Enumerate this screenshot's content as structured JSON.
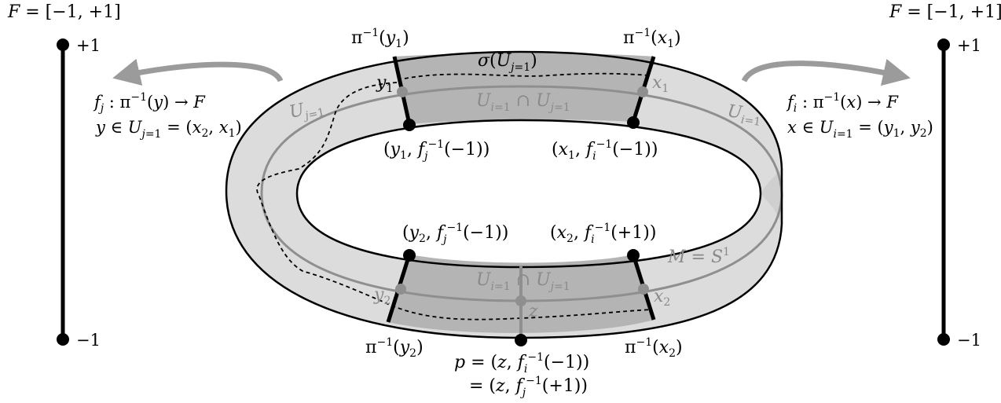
{
  "colors": {
    "band_light": "#dcdcdc",
    "band_dark": "#b4b4b4",
    "inner_side": "#c9c9c9",
    "gray_label": "#8a8a8a",
    "gray_line": "#8f8f8f",
    "arrow_gray": "#9b9b9b",
    "black": "#000000"
  },
  "fiber_left": {
    "title": "F = [−1, +1]",
    "top_label": "+1",
    "bottom_label": "−1",
    "map_line1": "fj : π−1(y) → F",
    "map_line2": "y ∈ Uj=1 = (x2, x1)"
  },
  "fiber_right": {
    "title": "F = [−1, +1]",
    "top_label": "+1",
    "bottom_label": "−1",
    "map_line1": "fi : π−1(x) → F",
    "map_line2": "x ∈ Ui=1 = (y1, y2)"
  },
  "band": {
    "fiber_top_y1": "π−1(y1)",
    "fiber_top_x1": "π−1(x1)",
    "fiber_bottom_y2": "π−1(y2)",
    "fiber_bottom_x2": "π−1(x2)",
    "section": "σ(Uj=1)",
    "overlap_top": "Ui=1 ∩ Uj=1",
    "overlap_bottom": "Ui=1 ∩ Uj=1",
    "chart_j": "Uj=1",
    "chart_i": "Ui=1",
    "base_manifold": "M = S1",
    "point_y1": "y1",
    "point_x1": "x1",
    "point_y2": "y2",
    "point_x2": "x2",
    "point_z": "z",
    "label_y1_minus": "(y1, fj−1(−1))",
    "label_x1_minus": "(x1, fi−1(−1))",
    "label_y2_minus": "(y2, fj−1(−1))",
    "label_x2_plus": "(x2, fi−1(+1))",
    "label_p_line1": "p = (z, fi−1(−1))",
    "label_p_line2": "= (z, fj−1(+1))"
  }
}
